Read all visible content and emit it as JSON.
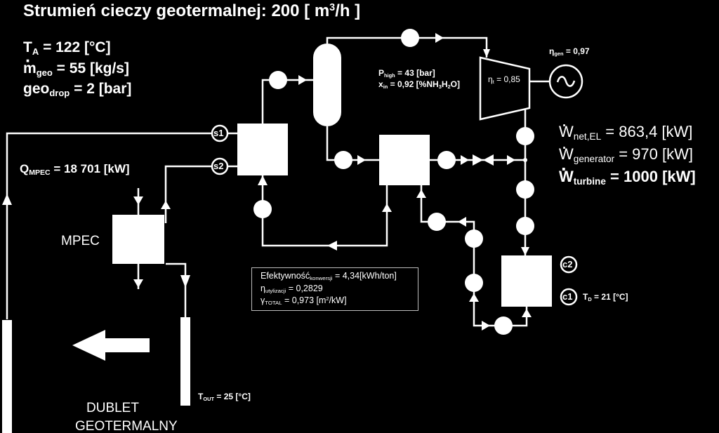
{
  "title": "Strumień cieczy geotermalnej: 200 [ m",
  "title_sup": "3",
  "title_end": "/h ]",
  "params": {
    "ta_main": "T",
    "ta_sub": "A",
    "ta_val": " = 122 [°C]",
    "mgeo_main": "m",
    "mgeo_sub": "geo",
    "mgeo_val": " = 55 [kg/s]",
    "geodrop_main": "geo",
    "geodrop_sub": "drop",
    "geodrop_val": " = 2 [bar]"
  },
  "qmpec": {
    "main": "Q",
    "sub": "MPEC",
    "val": " = 18 701 [kW]"
  },
  "mpec_label": "MPEC",
  "dublet": {
    "line1": "DUBLET",
    "line2": "GEOTERMALNY"
  },
  "tout": {
    "main": "T",
    "sub": "OUT",
    "val": " = 25 [°C]"
  },
  "td": {
    "main": "T",
    "sub": "D",
    "val": " = 21 [°C]"
  },
  "phigh": {
    "main": "P",
    "sub": "high",
    "val": " = 43 [bar]"
  },
  "xin": {
    "main": "x",
    "sub": "in",
    "val": " = 0,92 [%NH",
    "sub2": "3",
    "mid": "H",
    "sub3": "2",
    "end": "O]"
  },
  "eta_t": {
    "main": "η",
    "sub": "t",
    "val": " = 0,85"
  },
  "eta_gen": {
    "main": "η",
    "sub": "gen",
    "val": " = 0,97"
  },
  "power": {
    "net_main": "W",
    "net_sub": "net,EL",
    "net_val": " = 863,4 [kW]",
    "gen_main": "W",
    "gen_sub": "generator",
    "gen_val": " = 970 [kW]",
    "tur_main": "W",
    "tur_sub": "turbine",
    "tur_val": " = 1000 [kW]"
  },
  "nodes": {
    "s1": "s1",
    "s2": "s2",
    "c1": "c1",
    "c2": "c2"
  },
  "infobox": {
    "l1_main": "Efektywność",
    "l1_sub": "konwersji",
    "l1_val": " = 4,34[kWh/ton]",
    "l2_main": "η",
    "l2_sub": "utylizacji",
    "l2_val": " = 0,2829",
    "l3_main": "γ",
    "l3_sub": "TOTAL",
    "l3_val": " = 0,973 [m",
    "l3_sup": "2",
    "l3_end": "/kW]"
  },
  "generator_symbol": "~"
}
